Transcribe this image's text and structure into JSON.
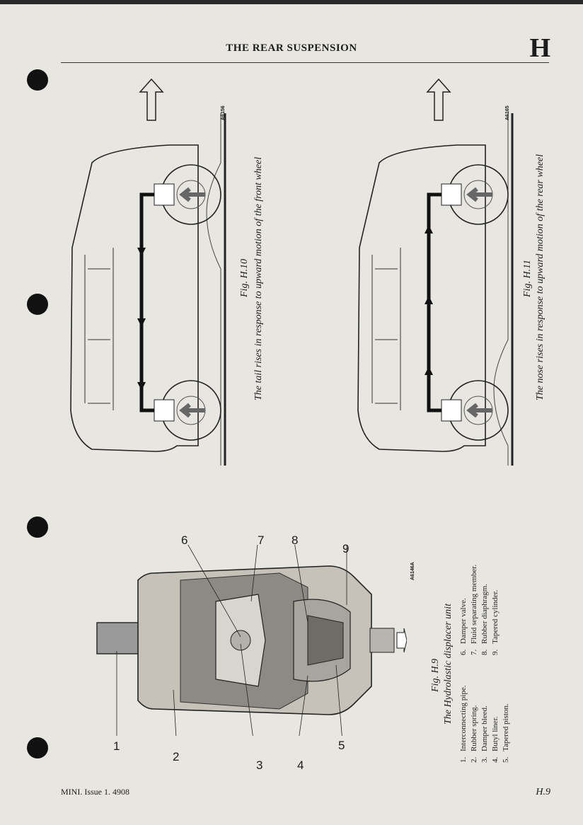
{
  "header": {
    "title": "THE REAR SUSPENSION",
    "section_letter": "H"
  },
  "figures": {
    "h10": {
      "fig_label": "Fig. H.10",
      "caption": "The tail rises in response to upward motion of the front wheel",
      "code": "A6156"
    },
    "h11": {
      "fig_label": "Fig. H.11",
      "caption": "The nose rises in response to upward motion of the rear wheel",
      "code": "A6165"
    },
    "h9": {
      "fig_label": "Fig. H.9",
      "caption": "The Hydrolastic displacer unit",
      "code": "A6146A",
      "callouts": [
        "1",
        "2",
        "3",
        "4",
        "5",
        "6",
        "7",
        "8",
        "9"
      ],
      "legend_left": [
        {
          "num": "1.",
          "text": "Interconnecting pipe."
        },
        {
          "num": "2.",
          "text": "Rubber spring."
        },
        {
          "num": "3.",
          "text": "Damper bleed."
        },
        {
          "num": "4.",
          "text": "Butyl liner."
        },
        {
          "num": "5.",
          "text": "Tapered piston."
        }
      ],
      "legend_right": [
        {
          "num": "6.",
          "text": "Damper valve."
        },
        {
          "num": "7.",
          "text": "Fluid separating member."
        },
        {
          "num": "8.",
          "text": "Rubber diaphragm."
        },
        {
          "num": "9.",
          "text": "Tapered cylinder."
        }
      ]
    }
  },
  "footer": {
    "left": "MINI.   Issue 1.   4908",
    "page": "H.9"
  }
}
